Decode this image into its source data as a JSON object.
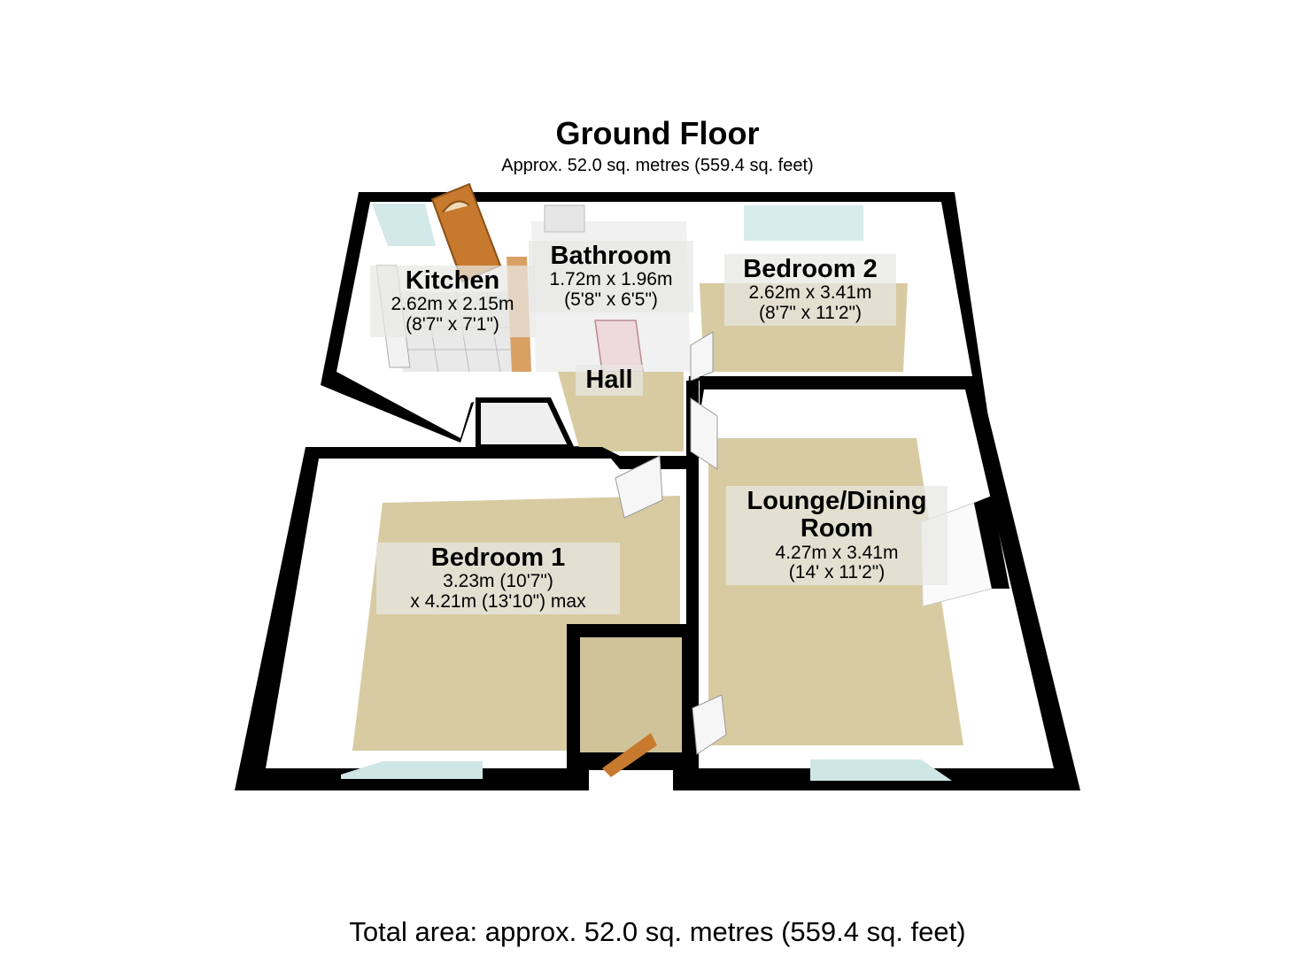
{
  "floor": {
    "title": "Ground Floor",
    "subtitle": "Approx. 52.0 sq. metres (559.4 sq. feet)"
  },
  "rooms": {
    "kitchen": {
      "name": "Kitchen",
      "dim1": "2.62m x 2.15m",
      "dim2": "(8'7\" x 7'1\")"
    },
    "bathroom": {
      "name": "Bathroom",
      "dim1": "1.72m x 1.96m",
      "dim2": "(5'8\" x 6'5\")"
    },
    "bedroom2": {
      "name": "Bedroom 2",
      "dim1": "2.62m x 3.41m",
      "dim2": "(8'7\" x 11'2\")"
    },
    "hall": {
      "name": "Hall"
    },
    "bedroom1": {
      "name": "Bedroom 1",
      "dim1": "3.23m (10'7\")",
      "dim2": "x 4.21m (13'10\") max"
    },
    "lounge": {
      "name_line1": "Lounge/Dining",
      "name_line2": "Room",
      "dim1": "4.27m x 3.41m",
      "dim2": "(14' x 11'2\")"
    }
  },
  "footer": {
    "total": "Total area: approx. 52.0 sq. metres (559.4 sq. feet)"
  },
  "colors": {
    "floor_carpet": "#d8cba2",
    "floor_carpet_dark": "#c9b98e",
    "wall_black": "#000000",
    "wall_inner": "#ffffff",
    "wall_shadow": "#dcdcdc",
    "window_glass": "#cfe6e6",
    "door_wood": "#c77a2e",
    "tile": "#e8e8e8"
  }
}
